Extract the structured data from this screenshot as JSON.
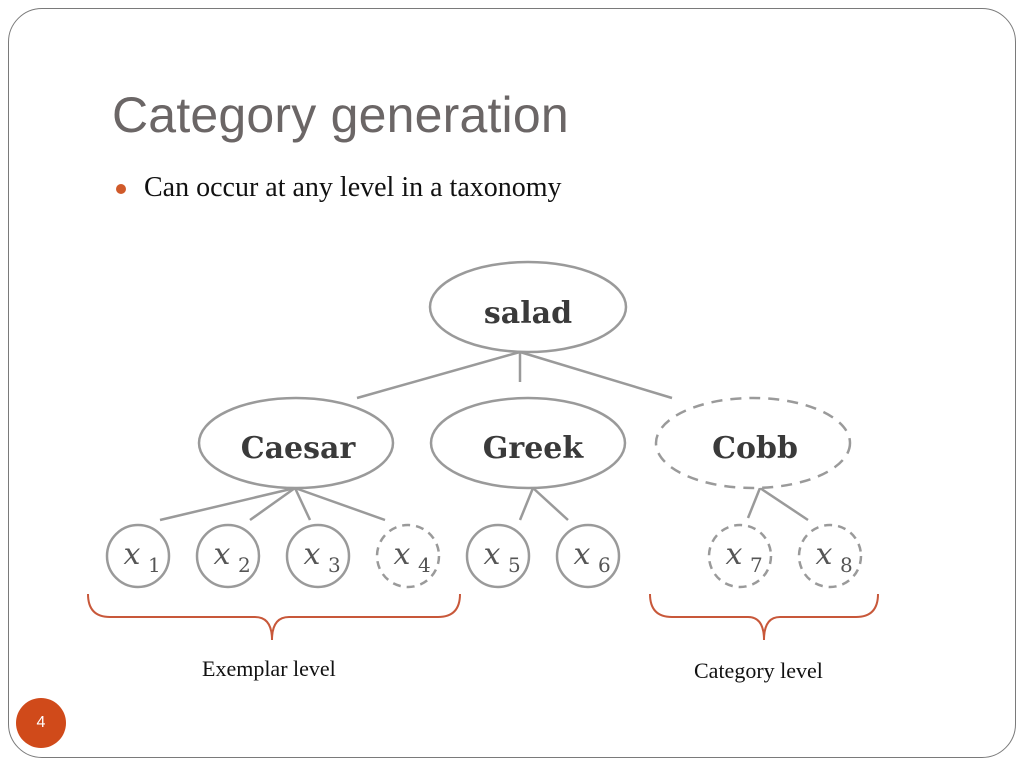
{
  "slide": {
    "title": "Category generation",
    "bullet": "Can occur at any level in a taxonomy",
    "page_number": "4"
  },
  "diagram": {
    "root": "salad",
    "categories": [
      {
        "label": "Caesar",
        "dashed": false
      },
      {
        "label": "Greek",
        "dashed": false
      },
      {
        "label": "Cobb",
        "dashed": true
      }
    ],
    "exemplars": [
      {
        "var": "x",
        "sub": "1",
        "dashed": false
      },
      {
        "var": "x",
        "sub": "2",
        "dashed": false
      },
      {
        "var": "x",
        "sub": "3",
        "dashed": false
      },
      {
        "var": "x",
        "sub": "4",
        "dashed": true
      },
      {
        "var": "x",
        "sub": "5",
        "dashed": false
      },
      {
        "var": "x",
        "sub": "6",
        "dashed": false
      },
      {
        "var": "x",
        "sub": "7",
        "dashed": true
      },
      {
        "var": "x",
        "sub": "8",
        "dashed": true
      }
    ],
    "exemplar_level_label": "Exemplar level",
    "category_level_label": "Category level",
    "brace_color": "#c8583a",
    "node_stroke": "#9a9a9a"
  }
}
